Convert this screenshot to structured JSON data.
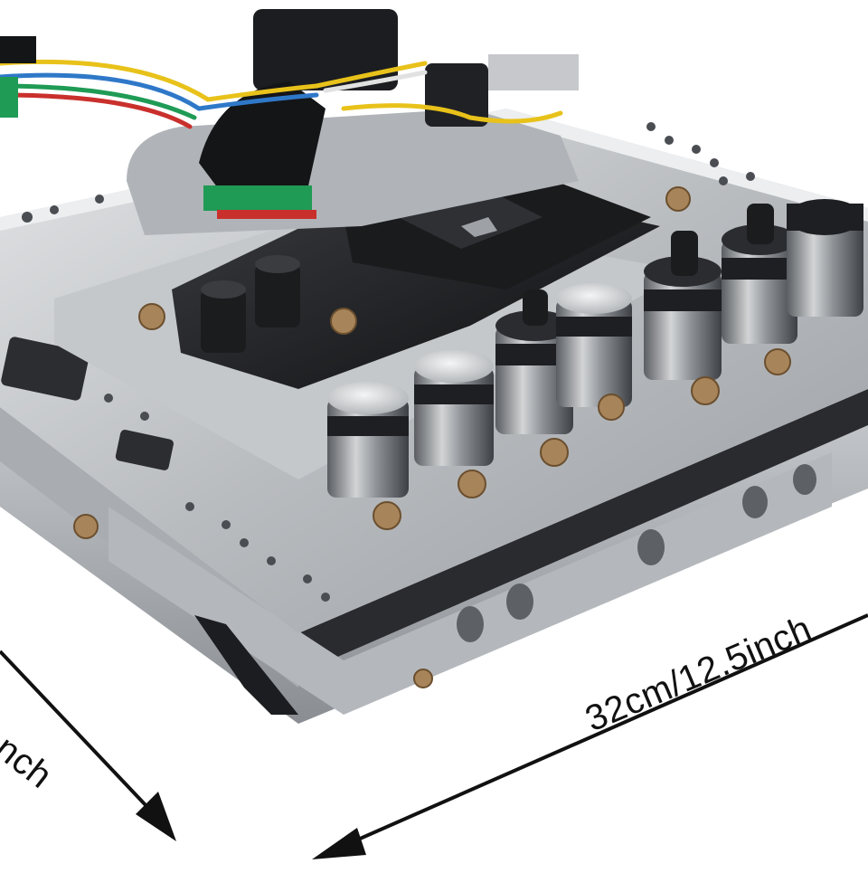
{
  "image": {
    "subject": "transmission valve body",
    "background": "#ffffff"
  },
  "dimensions": {
    "width_label": "32cm/12.5inch",
    "depth_label_visible": "nch"
  },
  "colors": {
    "metal": "#b9bcbf",
    "metal_dark": "#8d9196",
    "metal_light": "#dcdee0",
    "black_plastic": "#1b1c1e",
    "wire_yellow": "#e8c21a",
    "wire_green": "#1f9b55",
    "wire_blue": "#2f78c8",
    "wire_red": "#c9302c",
    "bolt_brass": "#a8845a",
    "arrow": "#111111"
  }
}
